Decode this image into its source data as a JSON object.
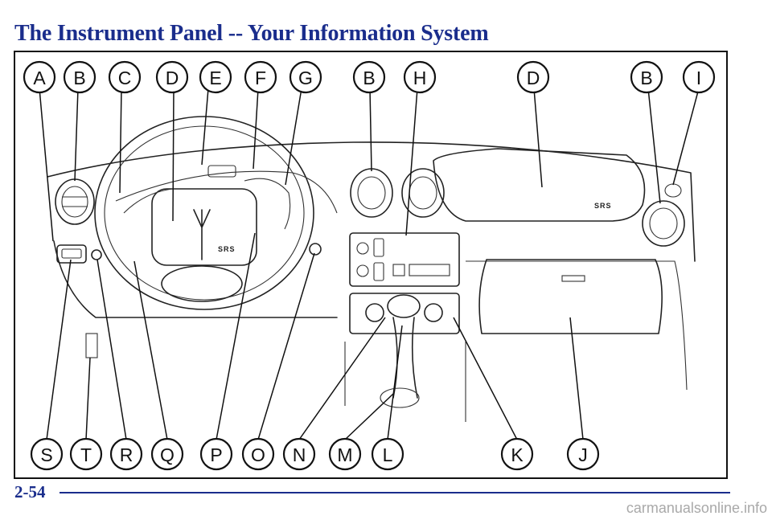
{
  "page": {
    "title": "The Instrument Panel -- Your Information System",
    "page_number": "2-54",
    "watermark": "carmanualsonline.info"
  },
  "figure": {
    "panel_markings": {
      "srs_label": "SRS"
    },
    "callouts_top": [
      "A",
      "B",
      "C",
      "D",
      "E",
      "F",
      "G",
      "B",
      "H",
      "D",
      "B",
      "I"
    ],
    "callouts_bottom": [
      "S",
      "T",
      "R",
      "Q",
      "P",
      "O",
      "N",
      "M",
      "L",
      "K",
      "J"
    ]
  }
}
